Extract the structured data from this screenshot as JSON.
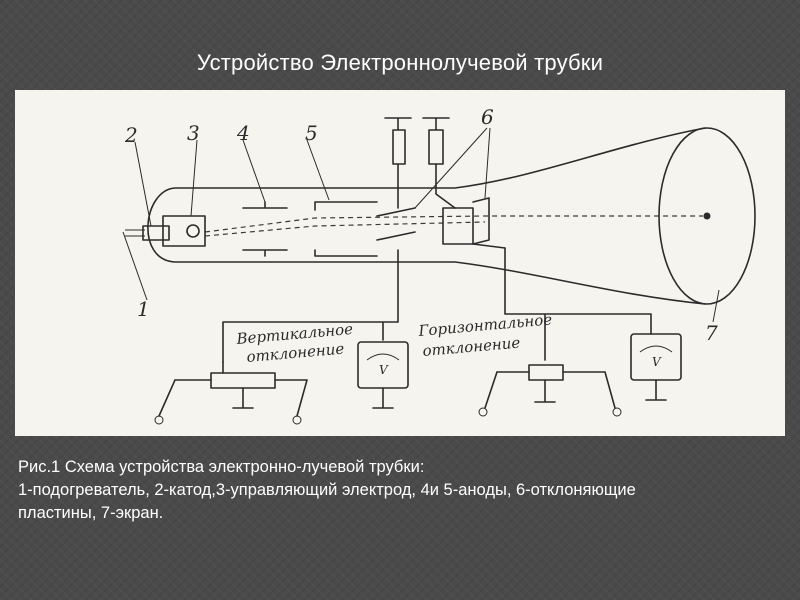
{
  "slide": {
    "title": "Устройство  Электроннолучевой трубки"
  },
  "diagram": {
    "labels": {
      "n1": "1",
      "n2": "2",
      "n3": "3",
      "n4": "4",
      "n5": "5",
      "n6": "6",
      "n7": "7",
      "vertical_line1": "Вертикальное",
      "vertical_line2": "отклонение",
      "horizontal_line1": "Горизонтальное",
      "horizontal_line2": "отклонение",
      "meter_left": "V",
      "meter_right": "V"
    }
  },
  "caption": {
    "line1": "Рис.1 Схема устройства электронно-лучевой трубки:",
    "line2": "1-подогреватель, 2-катод,3-управляющий электрод, 4и 5-аноды, 6-отклоняющие",
    "line3": "пластины, 7-экран."
  }
}
